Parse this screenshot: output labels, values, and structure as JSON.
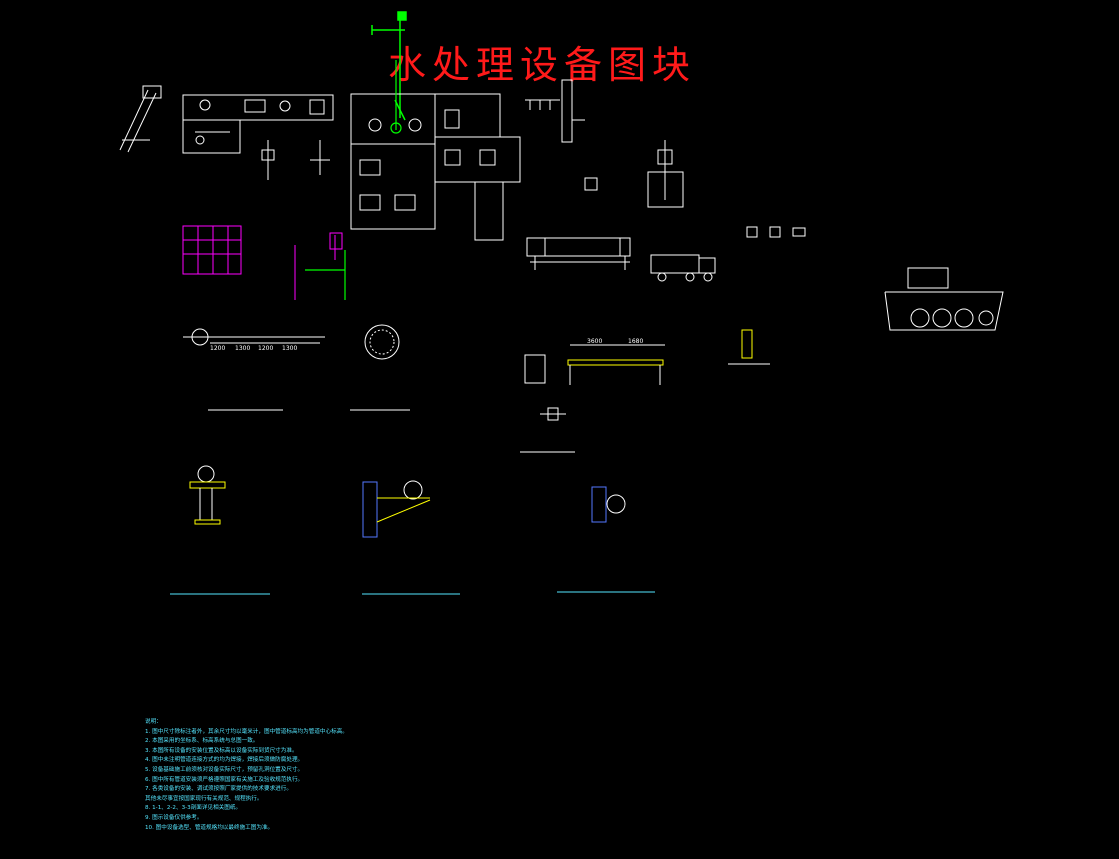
{
  "drawing": {
    "title": "水处理设备图块"
  },
  "colors": {
    "background": "#000000",
    "title": "#ff1a1a",
    "line": "#ffffff",
    "label": "#00ff00",
    "magenta": "#ff00ff",
    "yellow": "#ffff00",
    "cyan": "#55e6ff"
  },
  "labels": {
    "dim_1": "1200",
    "dim_2": "1300",
    "dim_3": "1200",
    "dim_4": "1300",
    "dim_5": "3600",
    "dim_6": "1680"
  },
  "notes": {
    "lines": [
      "说明：",
      "1. 图中尺寸除标注者外，其余尺寸均以毫米计，图中管道标高均为管道中心标高。",
      "2. 本图采用的坐标系、标高系统与总图一致。",
      "3. 本图所有设备的安装位置及标高以设备实际到货尺寸为准。",
      "4. 图中未注明管道连接方式的均为焊接，焊接后须做防腐处理。",
      "5. 设备基础施工前须核对设备实际尺寸，预留孔洞位置及尺寸。",
      "6. 图中所有管道安装须严格遵照国家有关施工及验收规范执行。",
      "7. 各类设备的安装、调试须按照厂家提供的技术要求进行。",
      "   其他未尽事宜按国家现行有关规范、规程执行。",
      "8. 1-1、2-2、3-3剖面详见相关图纸。",
      "9. 图示设备仅供参考。",
      "10. 图中设备选型、管道规格均以最终施工图为准。"
    ]
  }
}
